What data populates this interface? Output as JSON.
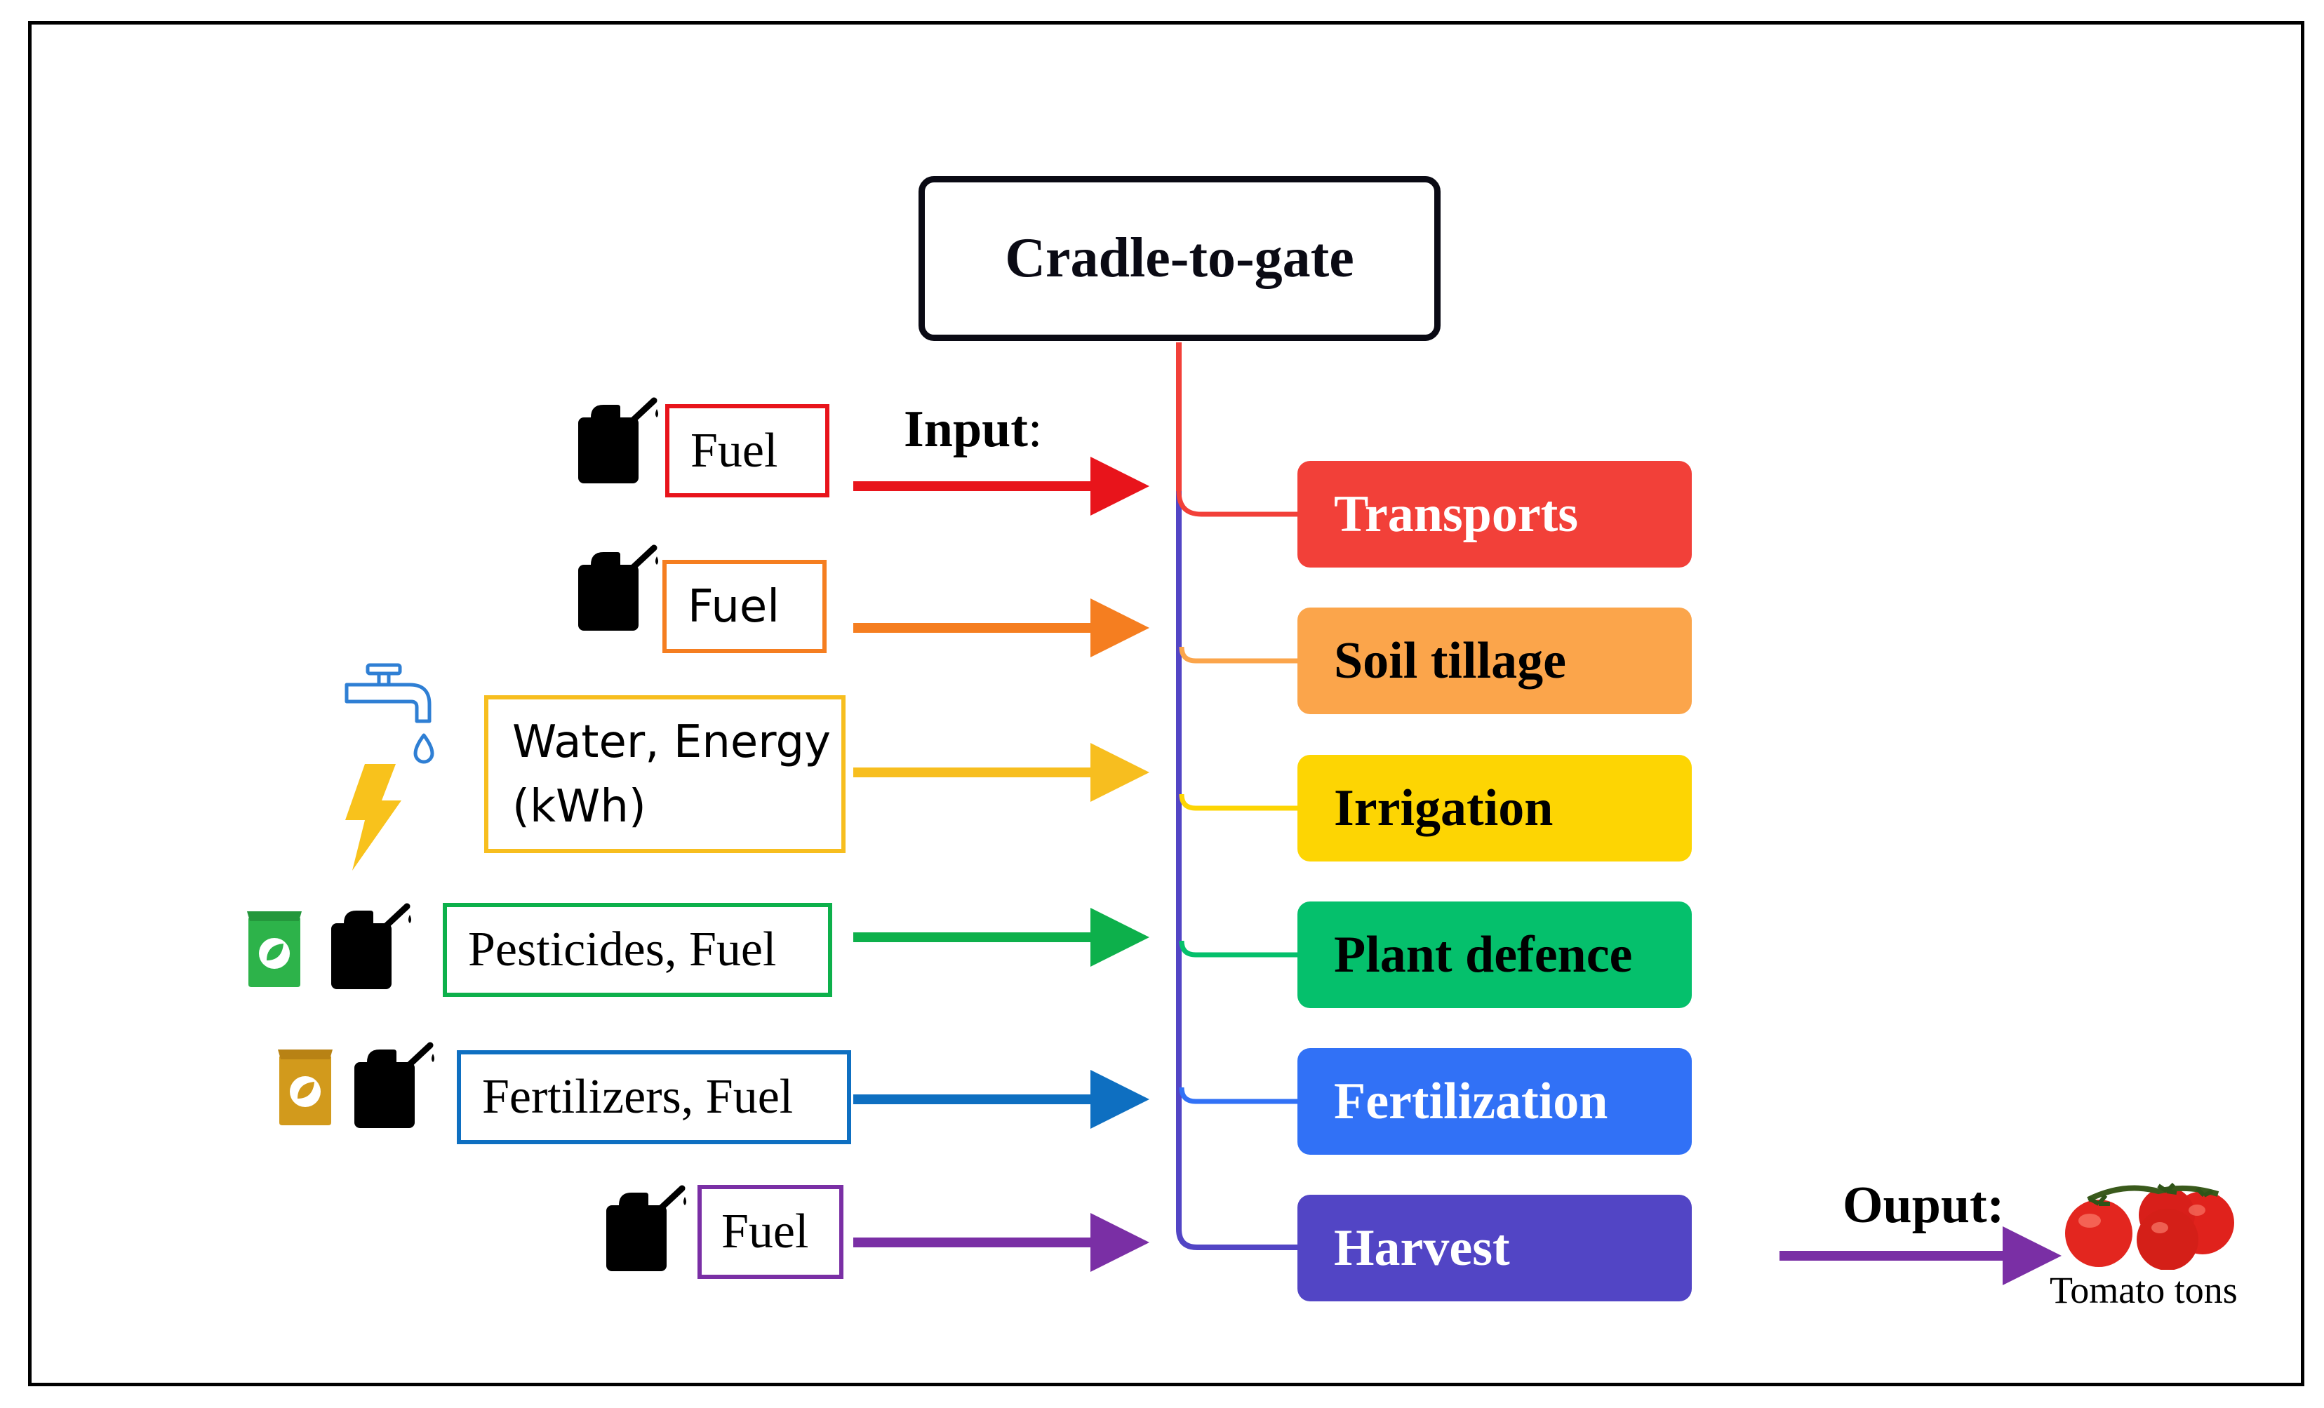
{
  "title": "Cradle-to-gate",
  "input_label": "Input",
  "input_colon": ":",
  "output_label": "Ouput:",
  "output_product": "Tomato tons",
  "inputs": [
    {
      "label": "Fuel",
      "color": "#e8141b",
      "icons": [
        "fuel-can-icon"
      ]
    },
    {
      "label": "Fuel",
      "color": "#f57e20",
      "icons": [
        "fuel-can-icon"
      ]
    },
    {
      "label_line1": "Water, Energy",
      "label_line2": "(kWh)",
      "color": "#f7be1f",
      "icons": [
        "water-tap-icon",
        "lightning-bolt-icon"
      ]
    },
    {
      "label": "Pesticides, Fuel",
      "color": "#0db04b",
      "icons": [
        "pesticide-bag-icon",
        "fuel-can-icon"
      ]
    },
    {
      "label": "Fertilizers, Fuel",
      "color": "#0e6fc1",
      "icons": [
        "fertilizer-bag-icon",
        "fuel-can-icon"
      ]
    },
    {
      "label": "Fuel",
      "color": "#7a2fa5",
      "icons": [
        "fuel-can-icon"
      ]
    }
  ],
  "processes": [
    {
      "label": "Transports",
      "color": "#f24039",
      "text_color": "#ffffff"
    },
    {
      "label": "Soil tillage",
      "color": "#fba54b",
      "text_color": "#000000"
    },
    {
      "label": "Irrigation",
      "color": "#fdd503",
      "text_color": "#000000"
    },
    {
      "label": "Plant defence",
      "color": "#05c06c",
      "text_color": "#000000"
    },
    {
      "label": "Fertilization",
      "color": "#3171f6",
      "text_color": "#ffffff"
    },
    {
      "label": "Harvest",
      "color": "#5245c5",
      "text_color": "#ffffff"
    }
  ],
  "trunk_colors": {
    "top": "#f24039",
    "main": "#5245c5"
  },
  "output_arrow_color": "#7a2fa5"
}
